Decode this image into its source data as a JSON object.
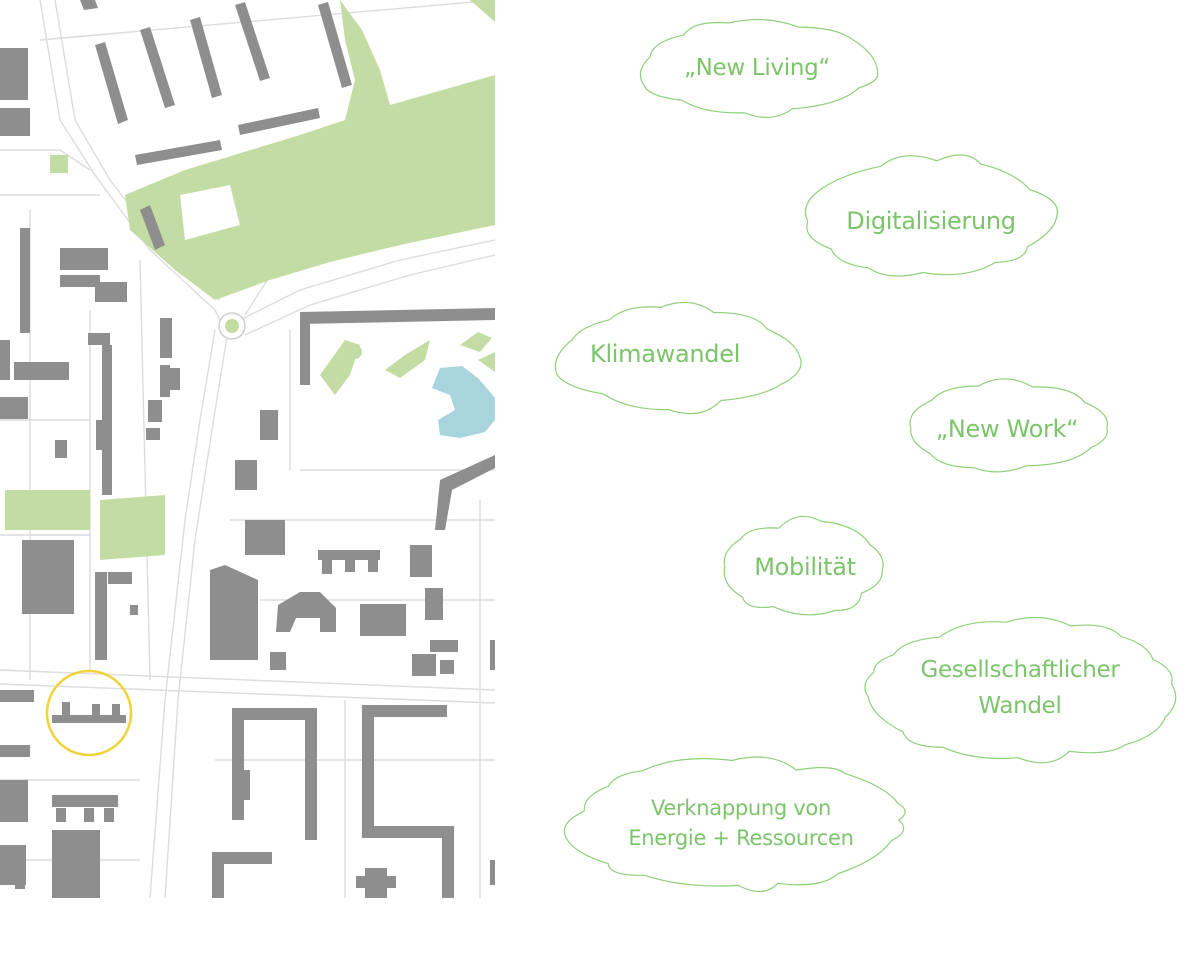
{
  "colors": {
    "accent_green": "#7cc46a",
    "cloud_stroke": "#8fd07a",
    "building": "#8e8e8e",
    "park": "#c3dca4",
    "water": "#a8d4dc",
    "street_line": "#dcdcdc",
    "highlight_circle": "#f2d23b"
  },
  "map": {
    "highlight_icon": "circle-marker-icon"
  },
  "clouds": [
    {
      "id": "new-living",
      "label": "„New Living“"
    },
    {
      "id": "digitalisierung",
      "label": "Digitalisierung"
    },
    {
      "id": "klimawandel",
      "label": "Klimawandel"
    },
    {
      "id": "new-work",
      "label": "„New Work“"
    },
    {
      "id": "mobilitaet",
      "label": "Mobilität"
    },
    {
      "id": "gesellschaftlicher-wandel",
      "label": "Gesellschaftlicher\nWandel"
    },
    {
      "id": "verknappung",
      "label": "Verknappung von\nEnergie + Ressourcen"
    }
  ]
}
